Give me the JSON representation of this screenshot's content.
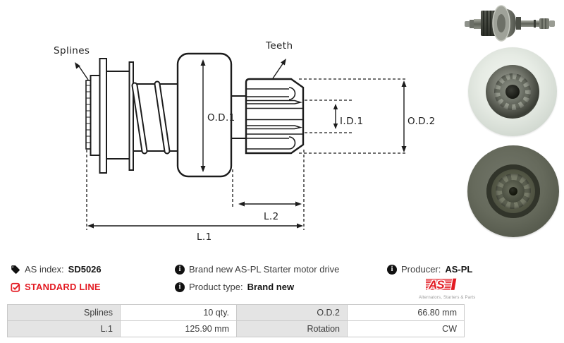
{
  "diagram": {
    "labels": {
      "splines": "Splines",
      "teeth": "Teeth",
      "od1": "O.D.1",
      "id1": "I.D.1",
      "od2": "O.D.2",
      "l2": "L.2",
      "l1": "L.1"
    }
  },
  "info": {
    "as_index_label": "AS index:",
    "as_index_value": "SD5026",
    "standard_line_label": "STANDARD LINE",
    "description": "Brand new AS-PL Starter motor drive",
    "product_type_label": "Product type:",
    "product_type_value": "Brand new",
    "producer_label": "Producer:",
    "producer_value": "AS-PL",
    "info_icon_glyph": "i"
  },
  "logo": {
    "text": "AS",
    "caption": "Alternators, Starters & Parts"
  },
  "spec_table": {
    "rows": [
      {
        "c0": "Splines",
        "c1": "10 qty.",
        "c2": "O.D.2",
        "c3": "66.80 mm"
      },
      {
        "c0": "L.1",
        "c1": "125.90 mm",
        "c2": "Rotation",
        "c3": "CW"
      }
    ]
  },
  "colors": {
    "accent_red": "#e31b23",
    "line_black": "#1c1c1c"
  }
}
